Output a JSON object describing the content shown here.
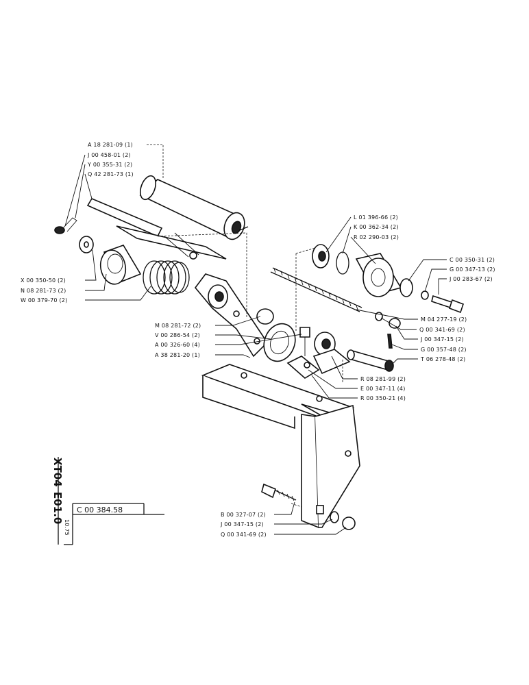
{
  "labels_left_top": [
    "A 18 281-09 (1)",
    "J 00 458-01 (2)",
    "Y 00 355-31 (2)",
    "Q 42 281-73 (1)"
  ],
  "labels_left_mid": [
    "X 00 350-50 (2)",
    "N 08 281-73 (2)",
    "W 00 379-70 (2)"
  ],
  "labels_center": [
    "M 08 281-72 (2)",
    "V 00 286-54 (2)",
    "A 00 326-60 (4)",
    "A 38 281-20 (1)"
  ],
  "labels_right_top": [
    "L 01 396-66 (2)",
    "K 00 362-34 (2)",
    "R 02 290-03 (2)"
  ],
  "labels_right_washer": [
    "C 00 350-31 (2)",
    "G 00 347-13 (2)",
    "J 00 283-67 (2)"
  ],
  "labels_right_mid": [
    "M 04 277-19 (2)",
    "Q 00 341-69 (2)",
    "J 00 347-15 (2)",
    "G 00 357-48 (2)",
    "T 06 278-48 (2)"
  ],
  "labels_right_low": [
    "R 08 281-99 (2)",
    "E 00 347-11 (4)",
    "R 00 350-21 (4)"
  ],
  "labels_bottom": [
    "B 00 327-07 (2)",
    "J 00 347-15 (2)",
    "Q 00 341-69 (2)"
  ],
  "title_block": {
    "code_main": "XT04",
    "code_sub": "E01.0",
    "drawing_no": "C 00 384.58",
    "date": "10.75"
  }
}
